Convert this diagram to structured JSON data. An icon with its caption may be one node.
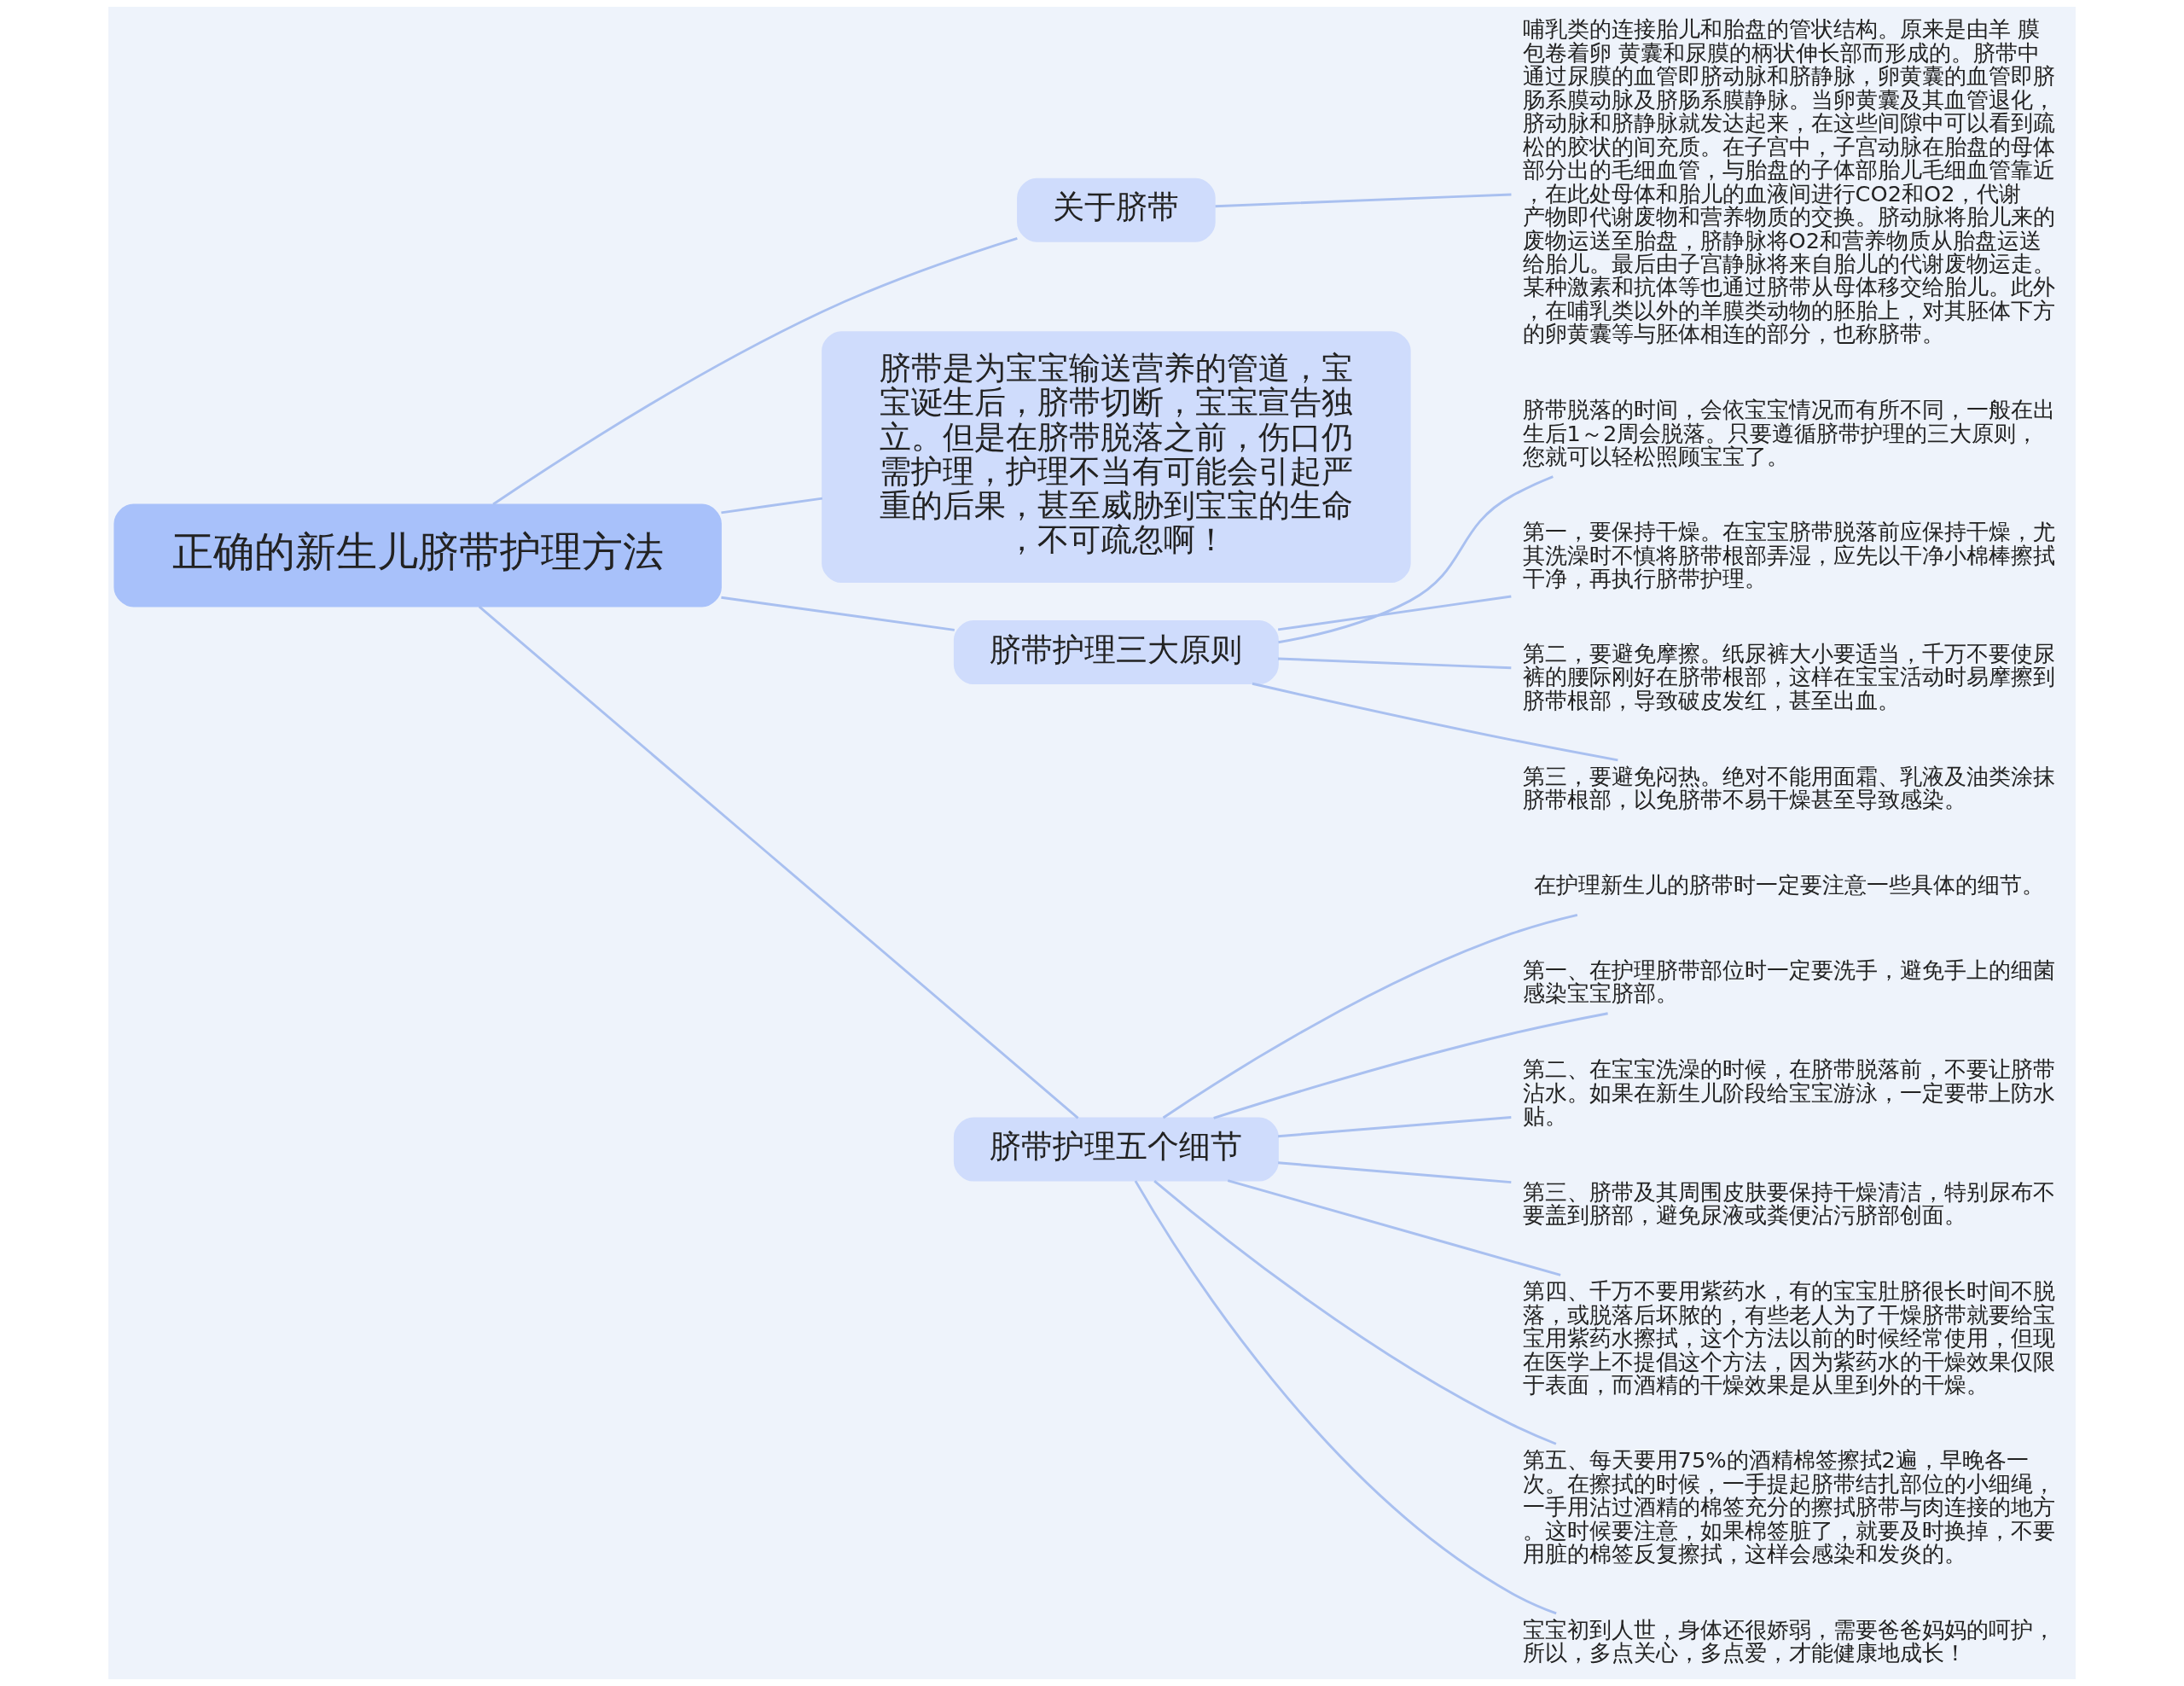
{
  "diagram": {
    "nodes": [
      {
        "text": [
          "正确的新生儿脐带护理方法"
        ]
      },
      {
        "text": [
          "关于脐带"
        ]
      },
      {
        "text": [
          "哺乳类的连接胎儿和胎盘的管状结构。原来是由羊 膜包卷着卵 黄囊和尿膜的柄状伸长部而形成的。脐带中通过尿膜的血管即脐动脉和脐静脉，卵黄囊的血管即脐肠系膜动脉及脐肠系膜静脉。当卵黄囊及其血管退化，脐动脉和脐静脉就发达起来，在这些间隙中可以看到疏松的胶状的间充质。在子宫中，子宫动脉在胎盘的母体部分出的毛细血管，与胎盘的子体部胎儿毛细血管靠近，在此处母体和胎儿的血液间进行CO2和O2，代谢产物即代谢废物和营养物质的交换。脐动脉将胎儿来的废物运送至胎盘，脐静脉将O2和营养物质从胎盘运送给胎儿。最后由子宫静脉将来自胎儿的代谢废物运走。某种激素和抗体等也通过脐带从母体移交给胎儿。此外，在哺乳类以外的羊膜类动物的胚胎上，对其胚体下方的卵黄囊等与胚体相连的部分，也称脐带。"
        ]
      },
      {
        "text": [
          "脐带是为宝宝输送营养的管道，宝宝诞生后，脐带切断，宝宝宣告独立。但是在脐带脱落之前，伤口仍需护理，护理不当有可能会引起严重的后果，甚至威胁到宝宝的生命，不可疏忽啊！"
        ]
      },
      {
        "text": [
          "脐带护理三大原则"
        ]
      },
      {
        "text": [
          "脐带脱落的时间，会依宝宝情况而有所不同，一般在出生后1～2周会脱落。只要遵循脐带护理的三大原则，您就可以轻松照顾宝宝了。"
        ]
      },
      {
        "text": [
          "第一，要保持干燥。在宝宝脐带脱落前应保持干燥，尤其洗澡时不慎将脐带根部弄湿，应先以干净小棉棒擦拭干净，再执行脐带护理。"
        ]
      },
      {
        "text": [
          "第二，要避免摩擦。纸尿裤大小要适当，千万不要使尿裤的腰际刚好在脐带根部，这样在宝宝活动时易摩擦到脐带根部，导致破皮发红，甚至出血。"
        ]
      },
      {
        "text": [
          "第三，要避免闷热。绝对不能用面霜、乳液及油类涂抹脐带根部，以免脐带不易干燥甚至导致感染。"
        ]
      },
      {
        "text": [
          "脐带护理五个细节"
        ]
      },
      {
        "text": [
          "在护理新生儿的脐带时一定要注意一些具体的细节。"
        ]
      },
      {
        "text": [
          "第一、在护理脐带部位时一定要洗手，避免手上的细菌感染宝宝脐部。"
        ]
      },
      {
        "text": [
          "第二、在宝宝洗澡的时候，在脐带脱落前，不要让脐带沾水。如果在新生儿阶段给宝宝游泳，一定要带上防水贴。"
        ]
      },
      {
        "text": [
          "第三、脐带及其周围皮肤要保持干燥清洁，特别尿布不要盖到脐部，避免尿液或粪便沾污脐部创面。"
        ]
      },
      {
        "text": [
          "第四、千万不要用紫药水，有的宝宝肚脐很长时间不脱落，或脱落后坏脓的，有些老人为了干燥脐带就要给宝宝用紫药水擦拭，这个方法以前的时候经常使用，但现在医学上不提倡这个方法，因为紫药水的干燥效果仅限于表面，而酒精的干燥效果是从里到外的干燥。"
        ]
      },
      {
        "text": [
          "第五、每天要用75%的酒精棉签擦拭2遍，早晚各一次。在擦拭的时候，一手提起脐带结扎部位的小细绳，一手用沾过酒精的棉签充分的擦拭脐带与肉连接的地方。这时候要注意，如果棉签脏了，就要及时换掉，不要用脏的棉签反复擦拭，这样会感染和发炎的。"
        ]
      },
      {
        "text": [
          "宝宝初到人世，身体还很娇弱，需要爸爸妈妈的呵护，所以，多点关心，多点爱，才能健康地成长！"
        ]
      }
    ],
    "edges": [
      {
        "from": 0,
        "to": 1,
        "arrow": "none"
      },
      {
        "from": 1,
        "to": 2,
        "arrow": "none"
      },
      {
        "from": 0,
        "to": 3,
        "arrow": "none"
      },
      {
        "from": 0,
        "to": 4,
        "arrow": "none"
      },
      {
        "from": 4,
        "to": 5,
        "arrow": "none"
      },
      {
        "from": 4,
        "to": 6,
        "arrow": "none"
      },
      {
        "from": 4,
        "to": 7,
        "arrow": "none"
      },
      {
        "from": 4,
        "to": 8,
        "arrow": "none"
      },
      {
        "from": 0,
        "to": 9,
        "arrow": "none"
      },
      {
        "from": 9,
        "to": 10,
        "arrow": "none"
      },
      {
        "from": 9,
        "to": 11,
        "arrow": "none"
      },
      {
        "from": 9,
        "to": 12,
        "arrow": "none"
      },
      {
        "from": 9,
        "to": 13,
        "arrow": "none"
      },
      {
        "from": 9,
        "to": 14,
        "arrow": "none"
      },
      {
        "from": 9,
        "to": 15,
        "arrow": "none"
      },
      {
        "from": 9,
        "to": 16,
        "arrow": "none"
      }
    ]
  }
}
